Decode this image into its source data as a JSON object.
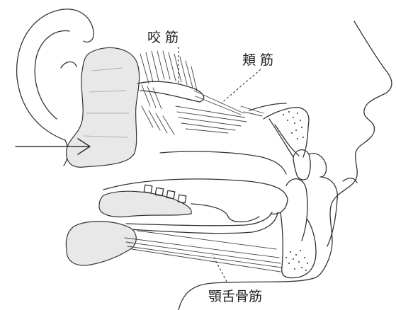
{
  "labels": {
    "masseter": "咬 筋",
    "buccinator": "頬 筋",
    "mylohyoid": "顎舌骨筋"
  },
  "colors": {
    "gland_fill": "#e8e8e8",
    "line": "#333333",
    "background": "#ffffff"
  },
  "icons": {
    "pointer": "arrow-right-icon"
  }
}
